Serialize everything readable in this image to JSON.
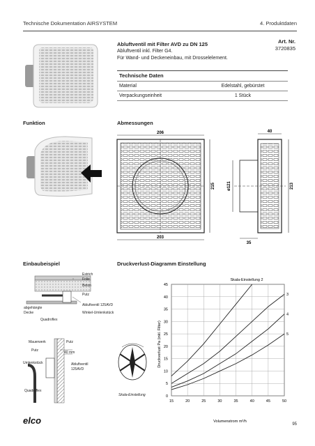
{
  "header": {
    "left": "Technische Dokumentation AIRSYSTEM",
    "right": "4. Produktdaten"
  },
  "product": {
    "title": "Abluftventil mit Filter AVD zu DN 125",
    "line1": "Abluftventil inkl. Filter G4.",
    "line2": "Für Wand- und Deckeneinbau, mit Drosselelement.",
    "art_label": "Art. Nr.",
    "art_number": "3720835"
  },
  "tech": {
    "heading": "Technische Daten",
    "rows": [
      {
        "label": "Material",
        "value": "Edelstahl, gebürstet"
      },
      {
        "label": "Verpackungseinheit",
        "value": "1 Stück"
      }
    ]
  },
  "sections": {
    "funktion": "Funktion",
    "abmessungen": "Abmessungen",
    "einbau": "Einbaubeispiel",
    "druck": "Druckverlust-Diagramm Einstellung"
  },
  "dimensions": {
    "d206": "206",
    "d40": "40",
    "d203": "203",
    "d215": "215",
    "d121": "ø121",
    "d213": "213",
    "d35": "35"
  },
  "install_labels": {
    "estrich": "Estrich",
    "folie": "Folie",
    "beton": "Beton",
    "putz": "Putz",
    "abgehaengte": "abgehängte",
    "decke": "Decke",
    "quadroflex": "Quadroflex",
    "abluftventil": "Abluftventil 125AVD",
    "winkel": "Winkel-Umlenkstück",
    "mauerwerk": "Mauerwerk",
    "putz2": "Putz",
    "mm40": "40 mm",
    "umlenk": "Umlenkstück",
    "abluft2a": "Abluftventil",
    "abluft2b": "125AVD",
    "quadroflex2": "Quadroflex",
    "skala": "Skala-Einstellung"
  },
  "chart_data": {
    "type": "line",
    "title": "Skala-Einstellung 2",
    "xlabel": "Volumenstrom m³/h",
    "ylabel": "Druckverlust Pa    (inkl. Filter)",
    "x_ticks": [
      15,
      20,
      25,
      30,
      35,
      40,
      45,
      50
    ],
    "y_ticks": [
      0,
      5,
      10,
      15,
      20,
      25,
      30,
      35,
      40,
      45
    ],
    "xlim": [
      15,
      50
    ],
    "ylim": [
      0,
      45
    ],
    "grid": true,
    "series": [
      {
        "name": "2",
        "x": [
          15,
          20,
          25,
          30,
          35,
          40
        ],
        "y": [
          8,
          14,
          21,
          29,
          37,
          45
        ]
      },
      {
        "name": "3",
        "x": [
          15,
          20,
          25,
          30,
          35,
          40,
          45,
          50
        ],
        "y": [
          5,
          9,
          13,
          18,
          24,
          30,
          36,
          41
        ]
      },
      {
        "name": "4",
        "x": [
          15,
          20,
          25,
          30,
          35,
          40,
          45,
          50
        ],
        "y": [
          3.5,
          6,
          9,
          13,
          17,
          22,
          27,
          33
        ]
      },
      {
        "name": "5",
        "x": [
          15,
          20,
          25,
          30,
          35,
          40,
          45,
          50
        ],
        "y": [
          2.5,
          4.5,
          7,
          10,
          13,
          16.5,
          20.5,
          25
        ]
      }
    ]
  },
  "footer": {
    "logo": "elco",
    "page": "95"
  }
}
